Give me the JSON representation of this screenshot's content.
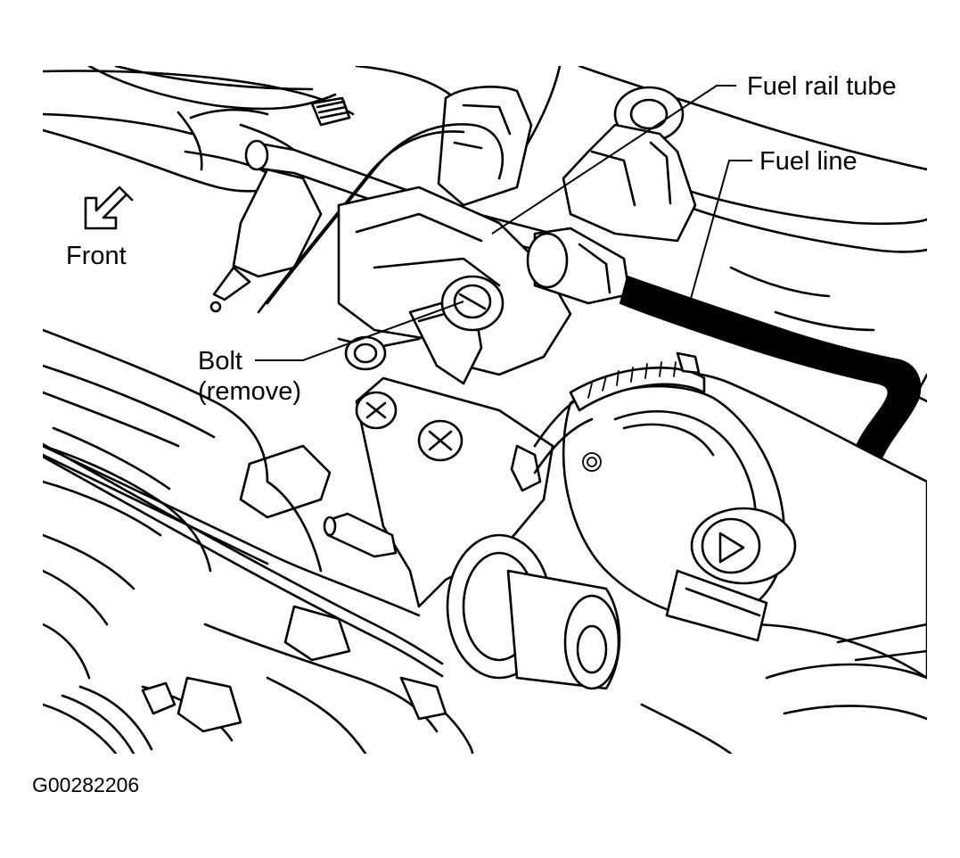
{
  "labels": {
    "fuel_rail_tube": "Fuel rail tube",
    "fuel_line": "Fuel line",
    "front": "Front",
    "bolt": "Bolt",
    "bolt_note": "(remove)"
  },
  "figure_code": "G00282206",
  "colors": {
    "ink": "#000000",
    "paper": "#ffffff"
  },
  "icons": {
    "front_direction": "arrow-down-left-icon"
  }
}
